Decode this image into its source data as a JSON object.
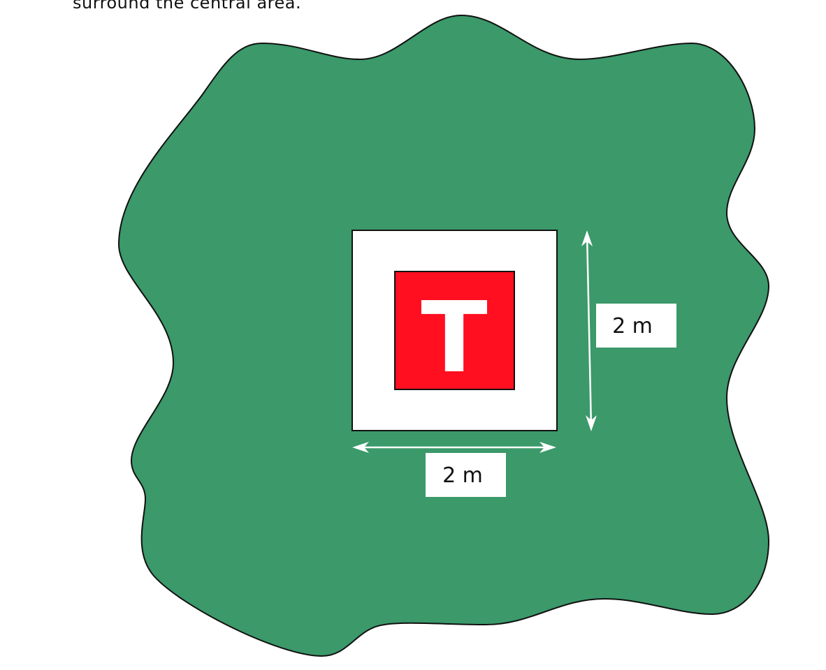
{
  "caption": "surround the central area.",
  "marker": {
    "letter": "T",
    "color_outer": "#ffffff",
    "color_inner": "#ff0f1f"
  },
  "dimensions": {
    "height_label": "2 m",
    "width_label": "2 m"
  },
  "colors": {
    "ground": "#3b996a",
    "outline": "#111111",
    "arrow": "#ffffff"
  }
}
